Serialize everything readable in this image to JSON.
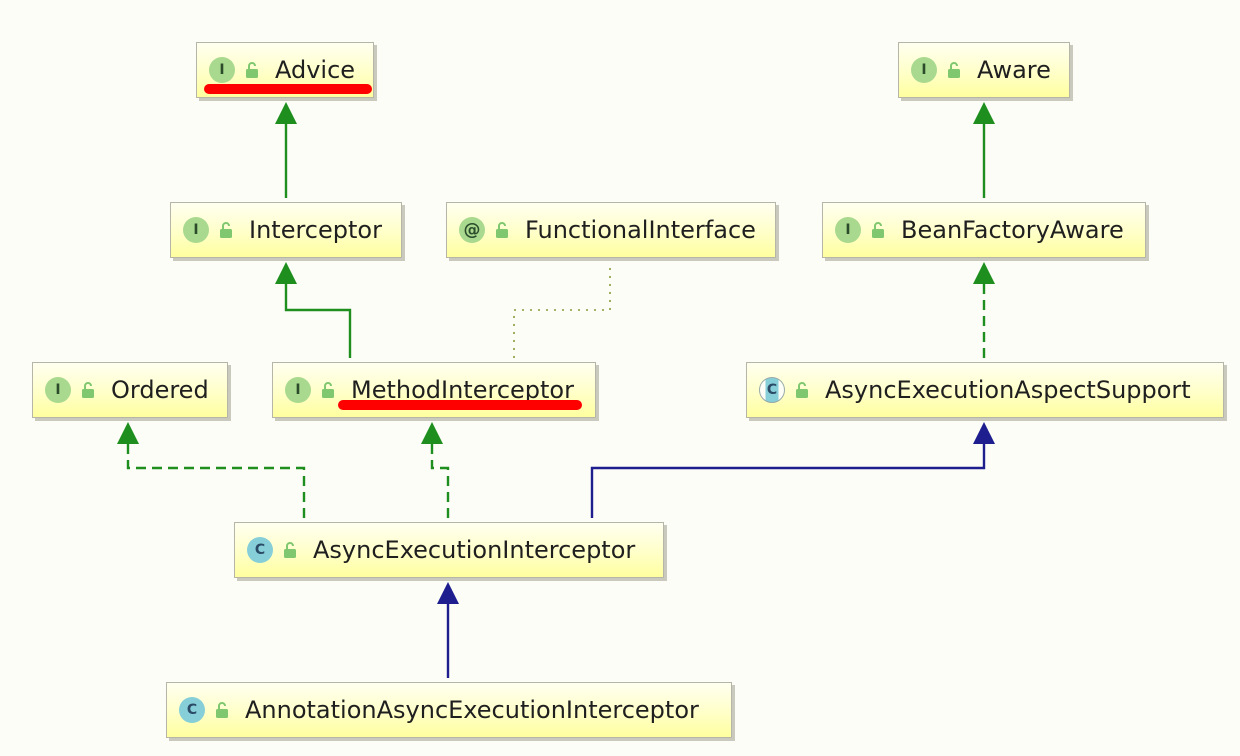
{
  "nodes": [
    {
      "id": "advice",
      "name": "Advice",
      "kind": "interface",
      "badge": "I"
    },
    {
      "id": "aware",
      "name": "Aware",
      "kind": "interface",
      "badge": "I"
    },
    {
      "id": "interceptor",
      "name": "Interceptor",
      "kind": "interface",
      "badge": "I"
    },
    {
      "id": "functional",
      "name": "FunctionalInterface",
      "kind": "annotation",
      "badge": "@"
    },
    {
      "id": "beanfactoryaware",
      "name": "BeanFactoryAware",
      "kind": "interface",
      "badge": "I"
    },
    {
      "id": "ordered",
      "name": "Ordered",
      "kind": "interface",
      "badge": "I"
    },
    {
      "id": "methodinterceptor",
      "name": "MethodInterceptor",
      "kind": "interface",
      "badge": "I"
    },
    {
      "id": "aspectsupport",
      "name": "AsyncExecutionAspectSupport",
      "kind": "abstract",
      "badge": "C"
    },
    {
      "id": "asyncinterceptor",
      "name": "AsyncExecutionInterceptor",
      "kind": "class",
      "badge": "C"
    },
    {
      "id": "annotationinterceptor",
      "name": "AnnotationAsyncExecutionInterceptor",
      "kind": "class",
      "badge": "C"
    }
  ],
  "edges": [
    {
      "from": "interceptor",
      "to": "advice",
      "type": "extends-interface"
    },
    {
      "from": "beanfactoryaware",
      "to": "aware",
      "type": "extends-interface"
    },
    {
      "from": "methodinterceptor",
      "to": "interceptor",
      "type": "extends-interface"
    },
    {
      "from": "methodinterceptor",
      "to": "functional",
      "type": "annotated-by"
    },
    {
      "from": "aspectsupport",
      "to": "beanfactoryaware",
      "type": "implements"
    },
    {
      "from": "asyncinterceptor",
      "to": "ordered",
      "type": "implements"
    },
    {
      "from": "asyncinterceptor",
      "to": "methodinterceptor",
      "type": "implements"
    },
    {
      "from": "asyncinterceptor",
      "to": "aspectsupport",
      "type": "extends-class"
    },
    {
      "from": "annotationinterceptor",
      "to": "asyncinterceptor",
      "type": "extends-class"
    }
  ],
  "highlighted": [
    "advice",
    "methodinterceptor"
  ],
  "colors": {
    "interface_edge": "#1e8e1e",
    "class_edge": "#1e1e8e",
    "annotation_edge": "#8a9a3a",
    "highlight": "#ff0000"
  }
}
